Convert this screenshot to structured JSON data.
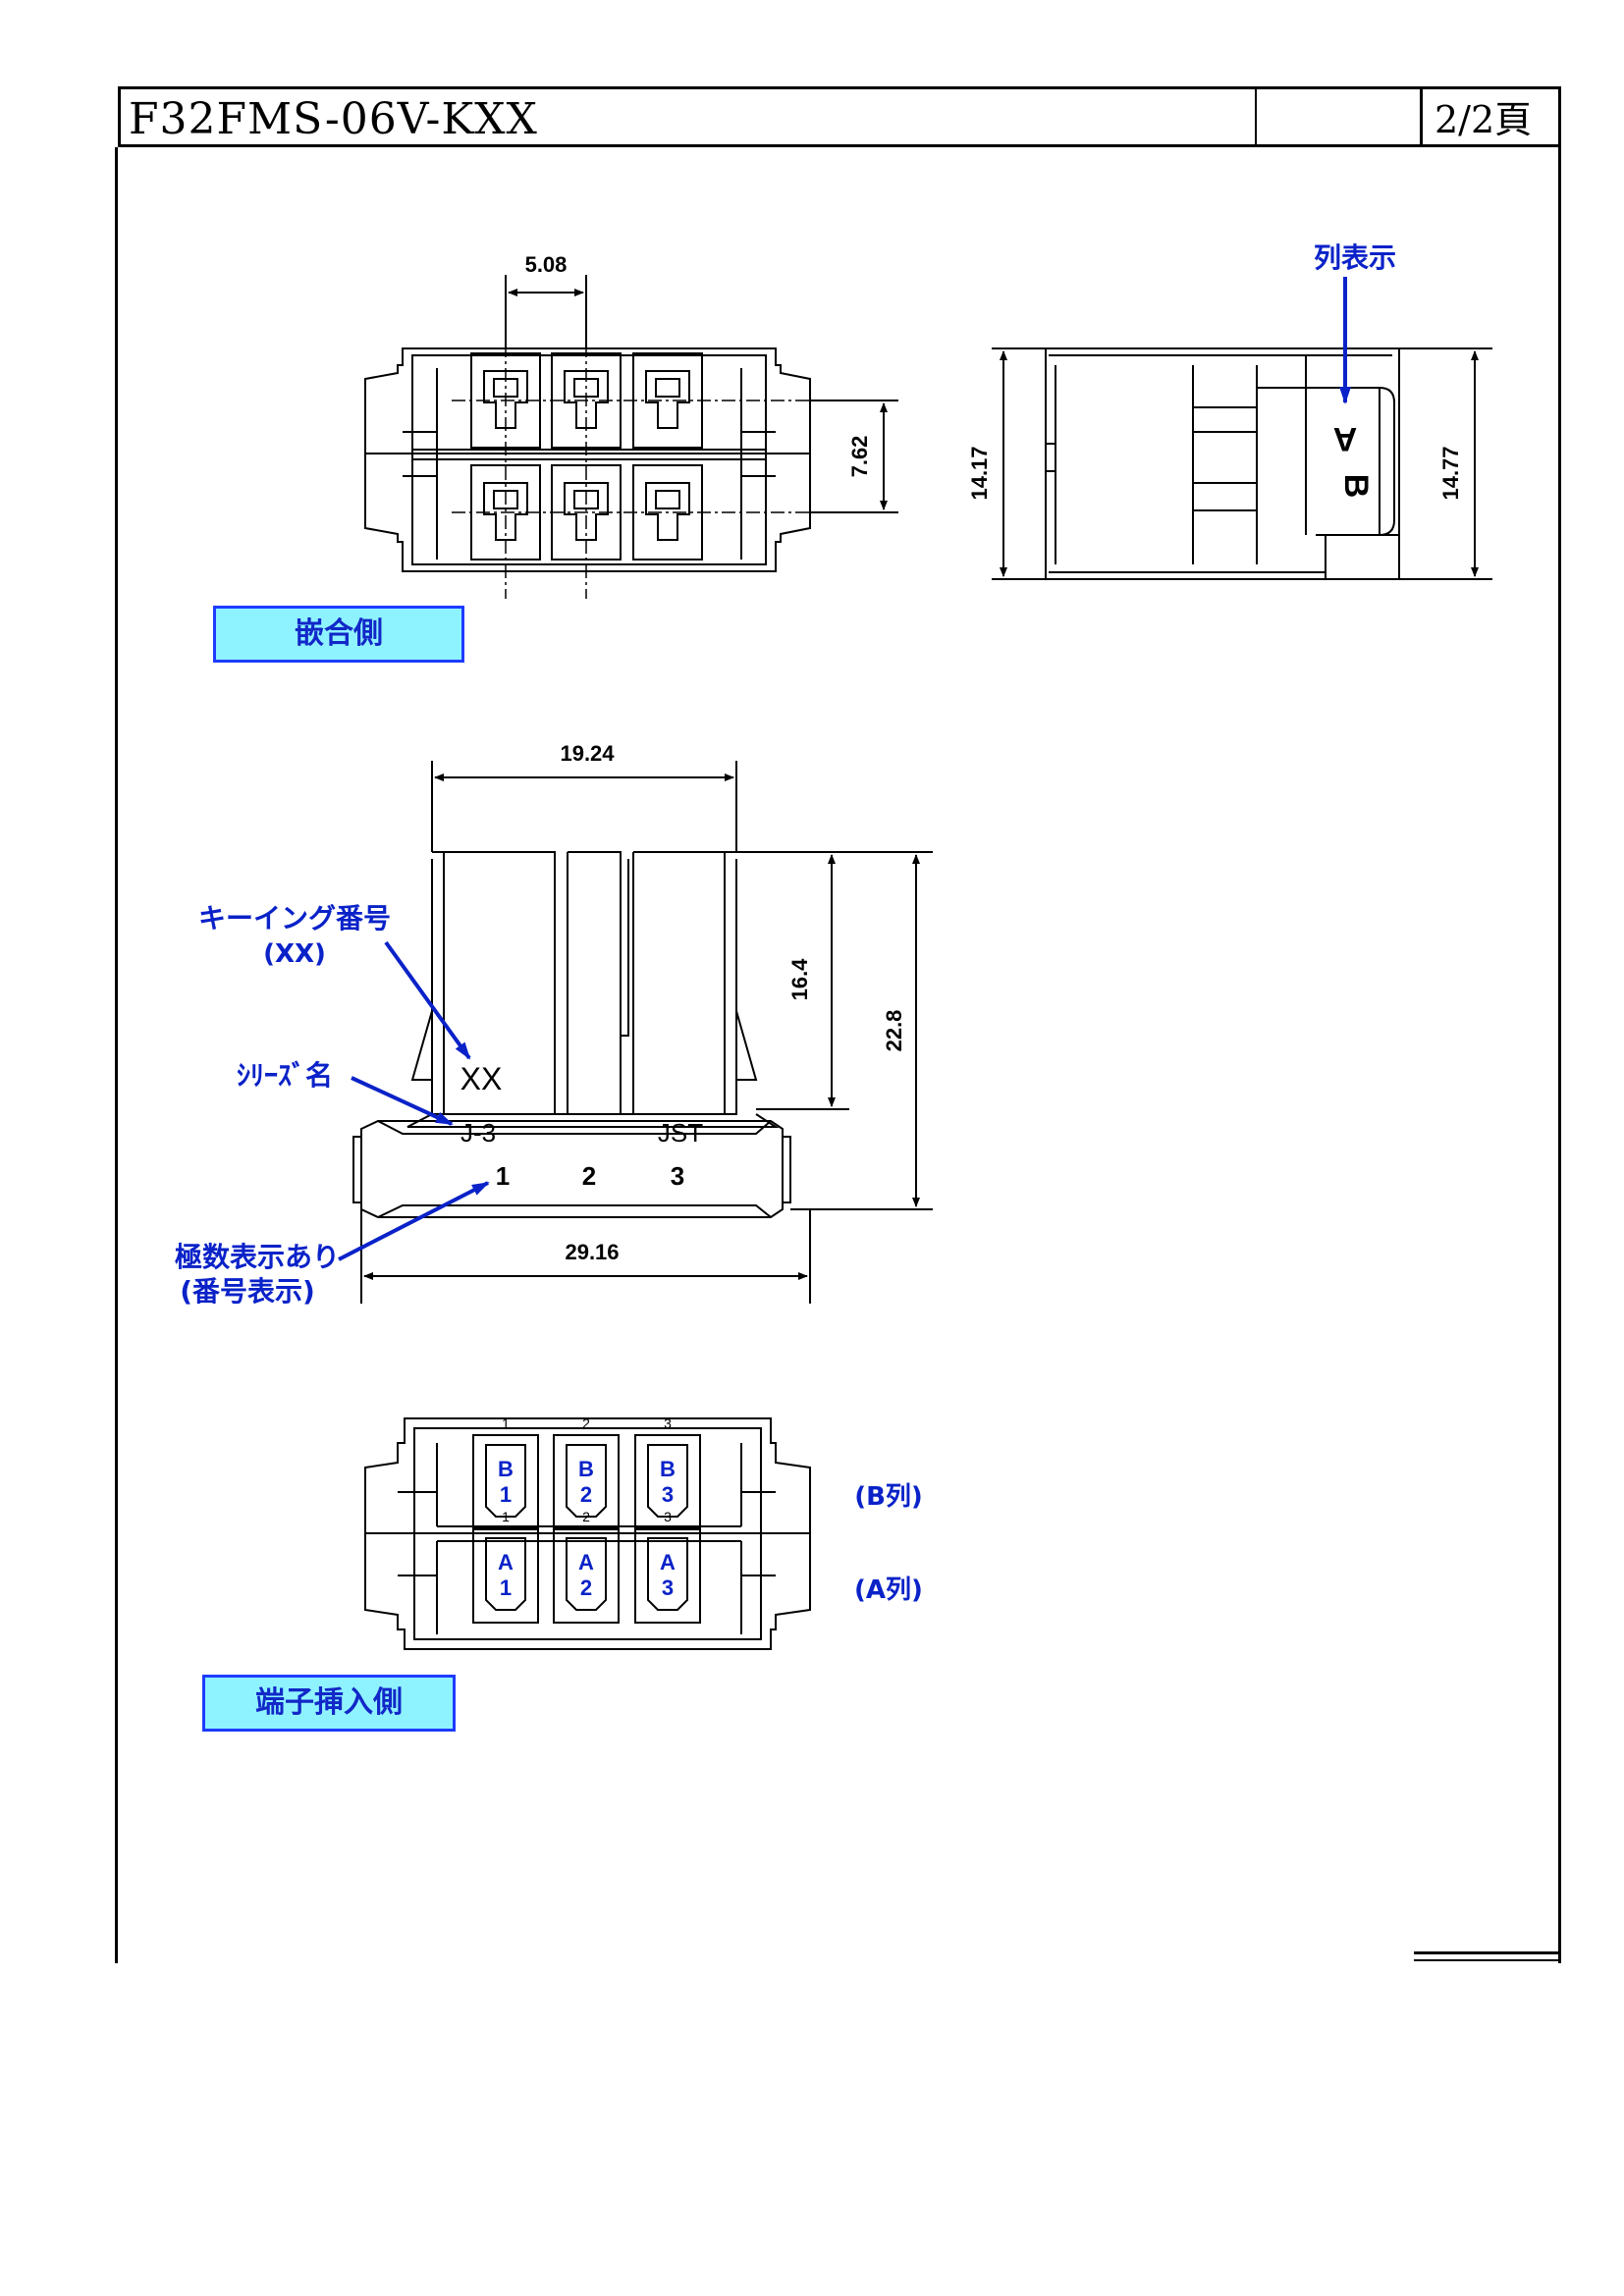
{
  "header": {
    "part_number": "F32FMS-06V-KXX",
    "page": "2/2頁"
  },
  "views": {
    "mating_side_label": "嵌合側",
    "terminal_side_label": "端子挿入側"
  },
  "dimensions": {
    "pitch": "5.08",
    "row_pitch": "7.62",
    "side_height_a": "14.17",
    "side_height_b": "14.77",
    "body_width": "19.24",
    "upper_height": "16.4",
    "total_height": "22.8",
    "base_width": "29.16"
  },
  "annotations": {
    "row_indicator": "列表示",
    "keying_number": "キーイング番号",
    "keying_code": "(XX)",
    "series_name": "ｼﾘｰｽﾞ名",
    "pole_display_line1": "極数表示あり",
    "pole_display_line2": "(番号表示)",
    "row_b": "(B列)",
    "row_a": "(A列)"
  },
  "markings": {
    "key_code": "XX",
    "series": "J-3",
    "maker": "JST",
    "pin1": "1",
    "pin2": "2",
    "pin3": "3",
    "row_a_letter": "A",
    "row_b_letter": "B"
  },
  "terminal_cells": {
    "b1": [
      "B",
      "1"
    ],
    "b2": [
      "B",
      "2"
    ],
    "b3": [
      "B",
      "3"
    ],
    "a1": [
      "A",
      "1"
    ],
    "a2": [
      "A",
      "2"
    ],
    "a3": [
      "A",
      "3"
    ]
  },
  "colors": {
    "annotation_blue": "#0a22c8",
    "tag_fill": "#8ff3ff",
    "tag_border": "#1e3bff"
  }
}
